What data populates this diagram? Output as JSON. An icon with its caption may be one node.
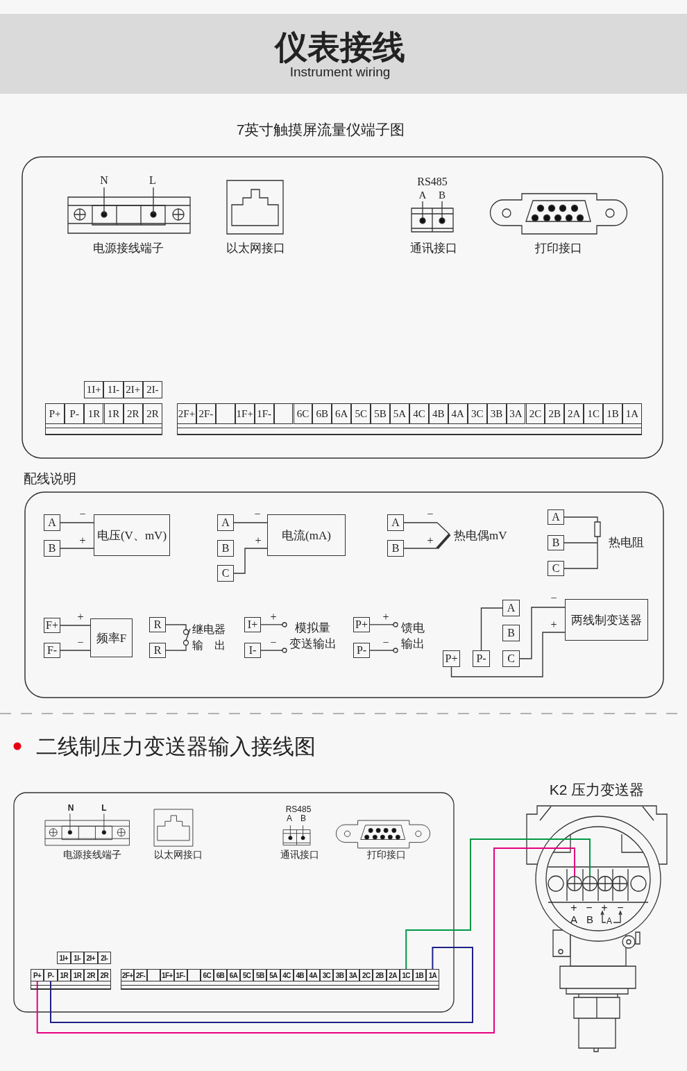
{
  "diagram": {
    "title": "仪表接线",
    "nodes": [
      {
        "text": [
          "A"
        ]
      },
      {
        "text": [
          "B"
        ]
      },
      {
        "text": [
          "电压(V、mV)"
        ]
      },
      {
        "text": [
          "A"
        ]
      },
      {
        "text": [
          "B"
        ]
      },
      {
        "text": [
          "C"
        ]
      },
      {
        "text": [
          "电流(mA)"
        ]
      },
      {
        "text": [
          "A"
        ]
      },
      {
        "text": [
          "B"
        ]
      },
      {
        "text": [
          "热电偶mV"
        ]
      },
      {
        "text": [
          "A"
        ]
      },
      {
        "text": [
          "B"
        ]
      },
      {
        "text": [
          "C"
        ]
      },
      {
        "text": [
          "热电阻"
        ]
      },
      {
        "text": [
          "F+"
        ]
      },
      {
        "text": [
          "F-"
        ]
      },
      {
        "text": [
          "频率F"
        ]
      },
      {
        "text": [
          "R"
        ]
      },
      {
        "text": [
          "R"
        ]
      },
      {
        "text": [
          "继电器输出"
        ]
      },
      {
        "text": [
          "I+"
        ]
      },
      {
        "text": [
          "I-"
        ]
      },
      {
        "text": [
          "模拟量变送输出"
        ]
      },
      {
        "text": [
          "P+"
        ]
      },
      {
        "text": [
          "P-"
        ]
      },
      {
        "text": [
          "馈电输出"
        ]
      },
      {
        "text": [
          "A"
        ]
      },
      {
        "text": [
          "B"
        ]
      },
      {
        "text": [
          "C"
        ]
      },
      {
        "text": [
          "P+"
        ]
      },
      {
        "text": [
          "P-"
        ]
      },
      {
        "text": [
          "两线制变送器"
        ]
      },
      {
        "text": [],
        "shape": "circle"
      },
      {
        "text": [],
        "shape": "circle"
      },
      {
        "text": [
          "1I+"
        ]
      },
      {
        "text": [
          "1I-"
        ]
      },
      {
        "text": [
          "2I+"
        ]
      },
      {
        "text": [
          "2I-"
        ]
      },
      {
        "text": [
          "P+"
        ]
      },
      {
        "text": [
          "P-"
        ]
      },
      {
        "text": [
          "1R"
        ]
      },
      {
        "text": [
          "1R"
        ]
      },
      {
        "text": [
          "2R"
        ]
      },
      {
        "text": [
          "2R"
        ]
      },
      {
        "text": [
          "2F+"
        ]
      },
      {
        "text": [
          "2F-"
        ]
      },
      {
        "text": [],
        "shape": "box"
      },
      {
        "text": [
          "1F+"
        ]
      },
      {
        "text": [
          "1F-"
        ]
      },
      {
        "text": [],
        "shape": "box"
      },
      {
        "text": [
          "6C"
        ]
      },
      {
        "text": [
          "6B"
        ]
      },
      {
        "text": [
          "6A"
        ]
      },
      {
        "text": [
          "5C"
        ]
      },
      {
        "text": [
          "5B"
        ]
      },
      {
        "text": [
          "5A"
        ]
      },
      {
        "text": [
          "4C"
        ]
      },
      {
        "text": [
          "4B"
        ]
      },
      {
        "text": [
          "4A"
        ]
      },
      {
        "text": [
          "3C"
        ]
      },
      {
        "text": [
          "3B"
        ]
      },
      {
        "text": [
          "3A"
        ]
      },
      {
        "text": [
          "2C"
        ]
      },
      {
        "text": [
          "2B"
        ]
      },
      {
        "text": [
          "2A"
        ]
      },
      {
        "text": [
          "1C"
        ]
      },
      {
        "text": [
          "1B"
        ]
      },
      {
        "text": [
          "1A"
        ]
      }
    ],
    "edges": [
      {
        "from": 0,
        "to": 2,
        "arrow": "none",
        "label": "−"
      },
      {
        "from": 1,
        "to": 2,
        "arrow": "none",
        "label": "+"
      },
      {
        "from": 3,
        "to": 6,
        "arrow": "none",
        "label": "−"
      },
      {
        "from": 5,
        "to": 6,
        "arrow": "none",
        "label": "+"
      },
      {
        "from": 7,
        "to": 9,
        "arrow": "none",
        "label": "−"
      },
      {
        "from": 8,
        "to": 9,
        "arrow": "none",
        "label": "+"
      },
      {
        "from": 10,
        "to": 13,
        "arrow": "none"
      },
      {
        "from": 11,
        "to": 13,
        "arrow": "none"
      },
      {
        "from": 12,
        "to": 13,
        "arrow": "none"
      },
      {
        "from": 14,
        "to": 16,
        "arrow": "none",
        "label": "+"
      },
      {
        "from": 15,
        "to": 16,
        "arrow": "none",
        "label": "−"
      },
      {
        "from": 17,
        "to": 19,
        "arrow": "none"
      },
      {
        "from": 18,
        "to": 19,
        "arrow": "none"
      },
      {
        "from": 20,
        "to": 22,
        "arrow": "none",
        "label": "+"
      },
      {
        "from": 21,
        "to": 22,
        "arrow": "none",
        "label": "−"
      },
      {
        "from": 23,
        "to": 25,
        "arrow": "none",
        "label": "+"
      },
      {
        "from": 24,
        "to": 25,
        "arrow": "none",
        "label": "−"
      },
      {
        "from": 30,
        "to": 26,
        "arrow": "none"
      },
      {
        "from": 28,
        "to": 31,
        "arrow": "none",
        "label": "−"
      },
      {
        "from": 29,
        "to": 31,
        "arrow": "none",
        "label": "+"
      },
      {
        "from": 38,
        "to": 32,
        "arrow": "none",
        "color": "#e5007f"
      },
      {
        "from": 65,
        "to": 33,
        "arrow": "none",
        "color": "#009944"
      },
      {
        "from": 67,
        "to": 39,
        "arrow": "none",
        "color": "#1d2088"
      }
    ],
    "labels": [
      "Instrument wiring",
      "7英寸触摸屏流量仪端子图",
      "N",
      "L",
      "RS485",
      "A",
      "B",
      "电源接线端子",
      "以太网接口",
      "通讯接口",
      "打印接口",
      "1I+",
      "1I-",
      "2I+",
      "2I-",
      "P+",
      "P-",
      "1R",
      "1R",
      "2R",
      "2R",
      "2F+",
      "2F-",
      "1F+",
      "1F-",
      "6C",
      "6B",
      "6A",
      "5C",
      "5B",
      "5A",
      "4C",
      "4B",
      "4A",
      "3C",
      "3B",
      "3A",
      "2C",
      "2B",
      "2A",
      "1C",
      "1B",
      "1A",
      "配线说明",
      "二线制压力变送器输入接线图",
      "K2 压力变送器",
      "N",
      "L",
      "RS485",
      "A",
      "B",
      "电源接线端子",
      "以太网接口",
      "通讯接口",
      "打印接口",
      "+",
      "−",
      "+",
      "−",
      "A",
      "B",
      "A"
    ]
  }
}
